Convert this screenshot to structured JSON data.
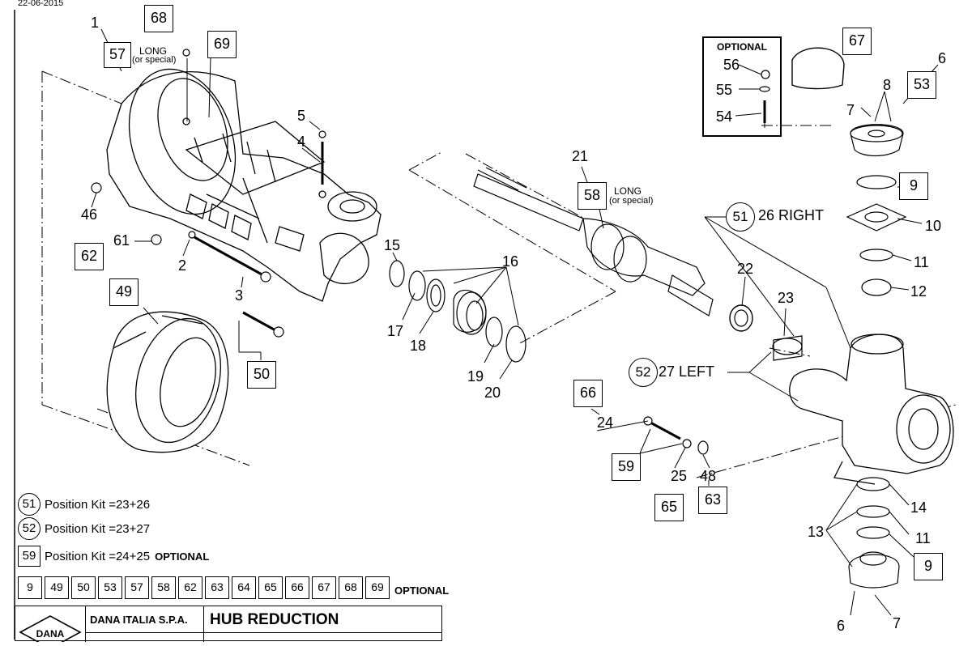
{
  "header": {
    "date": "22-06-2015"
  },
  "callouts": {
    "c1": "1",
    "c2": "2",
    "c3": "3",
    "c4": "4",
    "c5": "5",
    "c6a": "6",
    "c6b": "6",
    "c7a": "7",
    "c7b": "7",
    "c8": "8",
    "c10": "10",
    "c11a": "11",
    "c11b": "11",
    "c12": "12",
    "c13": "13",
    "c14": "14",
    "c15": "15",
    "c16": "16",
    "c17": "17",
    "c18": "18",
    "c19": "19",
    "c20": "20",
    "c21": "21",
    "c22": "22",
    "c23": "23",
    "c24": "24",
    "c25": "25",
    "c26": "26 RIGHT",
    "c27": "27 LEFT",
    "c46": "46",
    "c48": "48",
    "c54": "54",
    "c55": "55",
    "c56": "56",
    "c61": "61"
  },
  "boxed": {
    "b57": "57",
    "b68": "68",
    "b69": "69",
    "b62": "62",
    "b49": "49",
    "b50": "50",
    "b58": "58",
    "b66": "66",
    "b59": "59",
    "b65": "65",
    "b63": "63",
    "b67": "67",
    "b53": "53",
    "b9a": "9",
    "b9b": "9"
  },
  "circled": {
    "c51": "51",
    "c52": "52"
  },
  "notes": {
    "long1": "LONG",
    "special1": "(or special)",
    "long2": "LONG",
    "special2": "(or special)",
    "optional_title": "OPTIONAL"
  },
  "legend": {
    "kit51": {
      "num": "51",
      "text": "Position Kit =23+26"
    },
    "kit52": {
      "num": "52",
      "text": "Position Kit =23+27"
    },
    "kit59": {
      "num": "59",
      "text": "Position Kit =24+25",
      "opt": "OPTIONAL"
    },
    "kits": [
      "9",
      "49",
      "50",
      "53",
      "57",
      "58",
      "62",
      "63",
      "64",
      "65",
      "66",
      "67",
      "68",
      "69"
    ],
    "kits_opt": "OPTIONAL"
  },
  "titleblock": {
    "logo": "DANA",
    "company": "DANA ITALIA S.P.A.",
    "title": "HUB REDUCTION"
  },
  "colors": {
    "line": "#000000",
    "background": "#ffffff"
  }
}
